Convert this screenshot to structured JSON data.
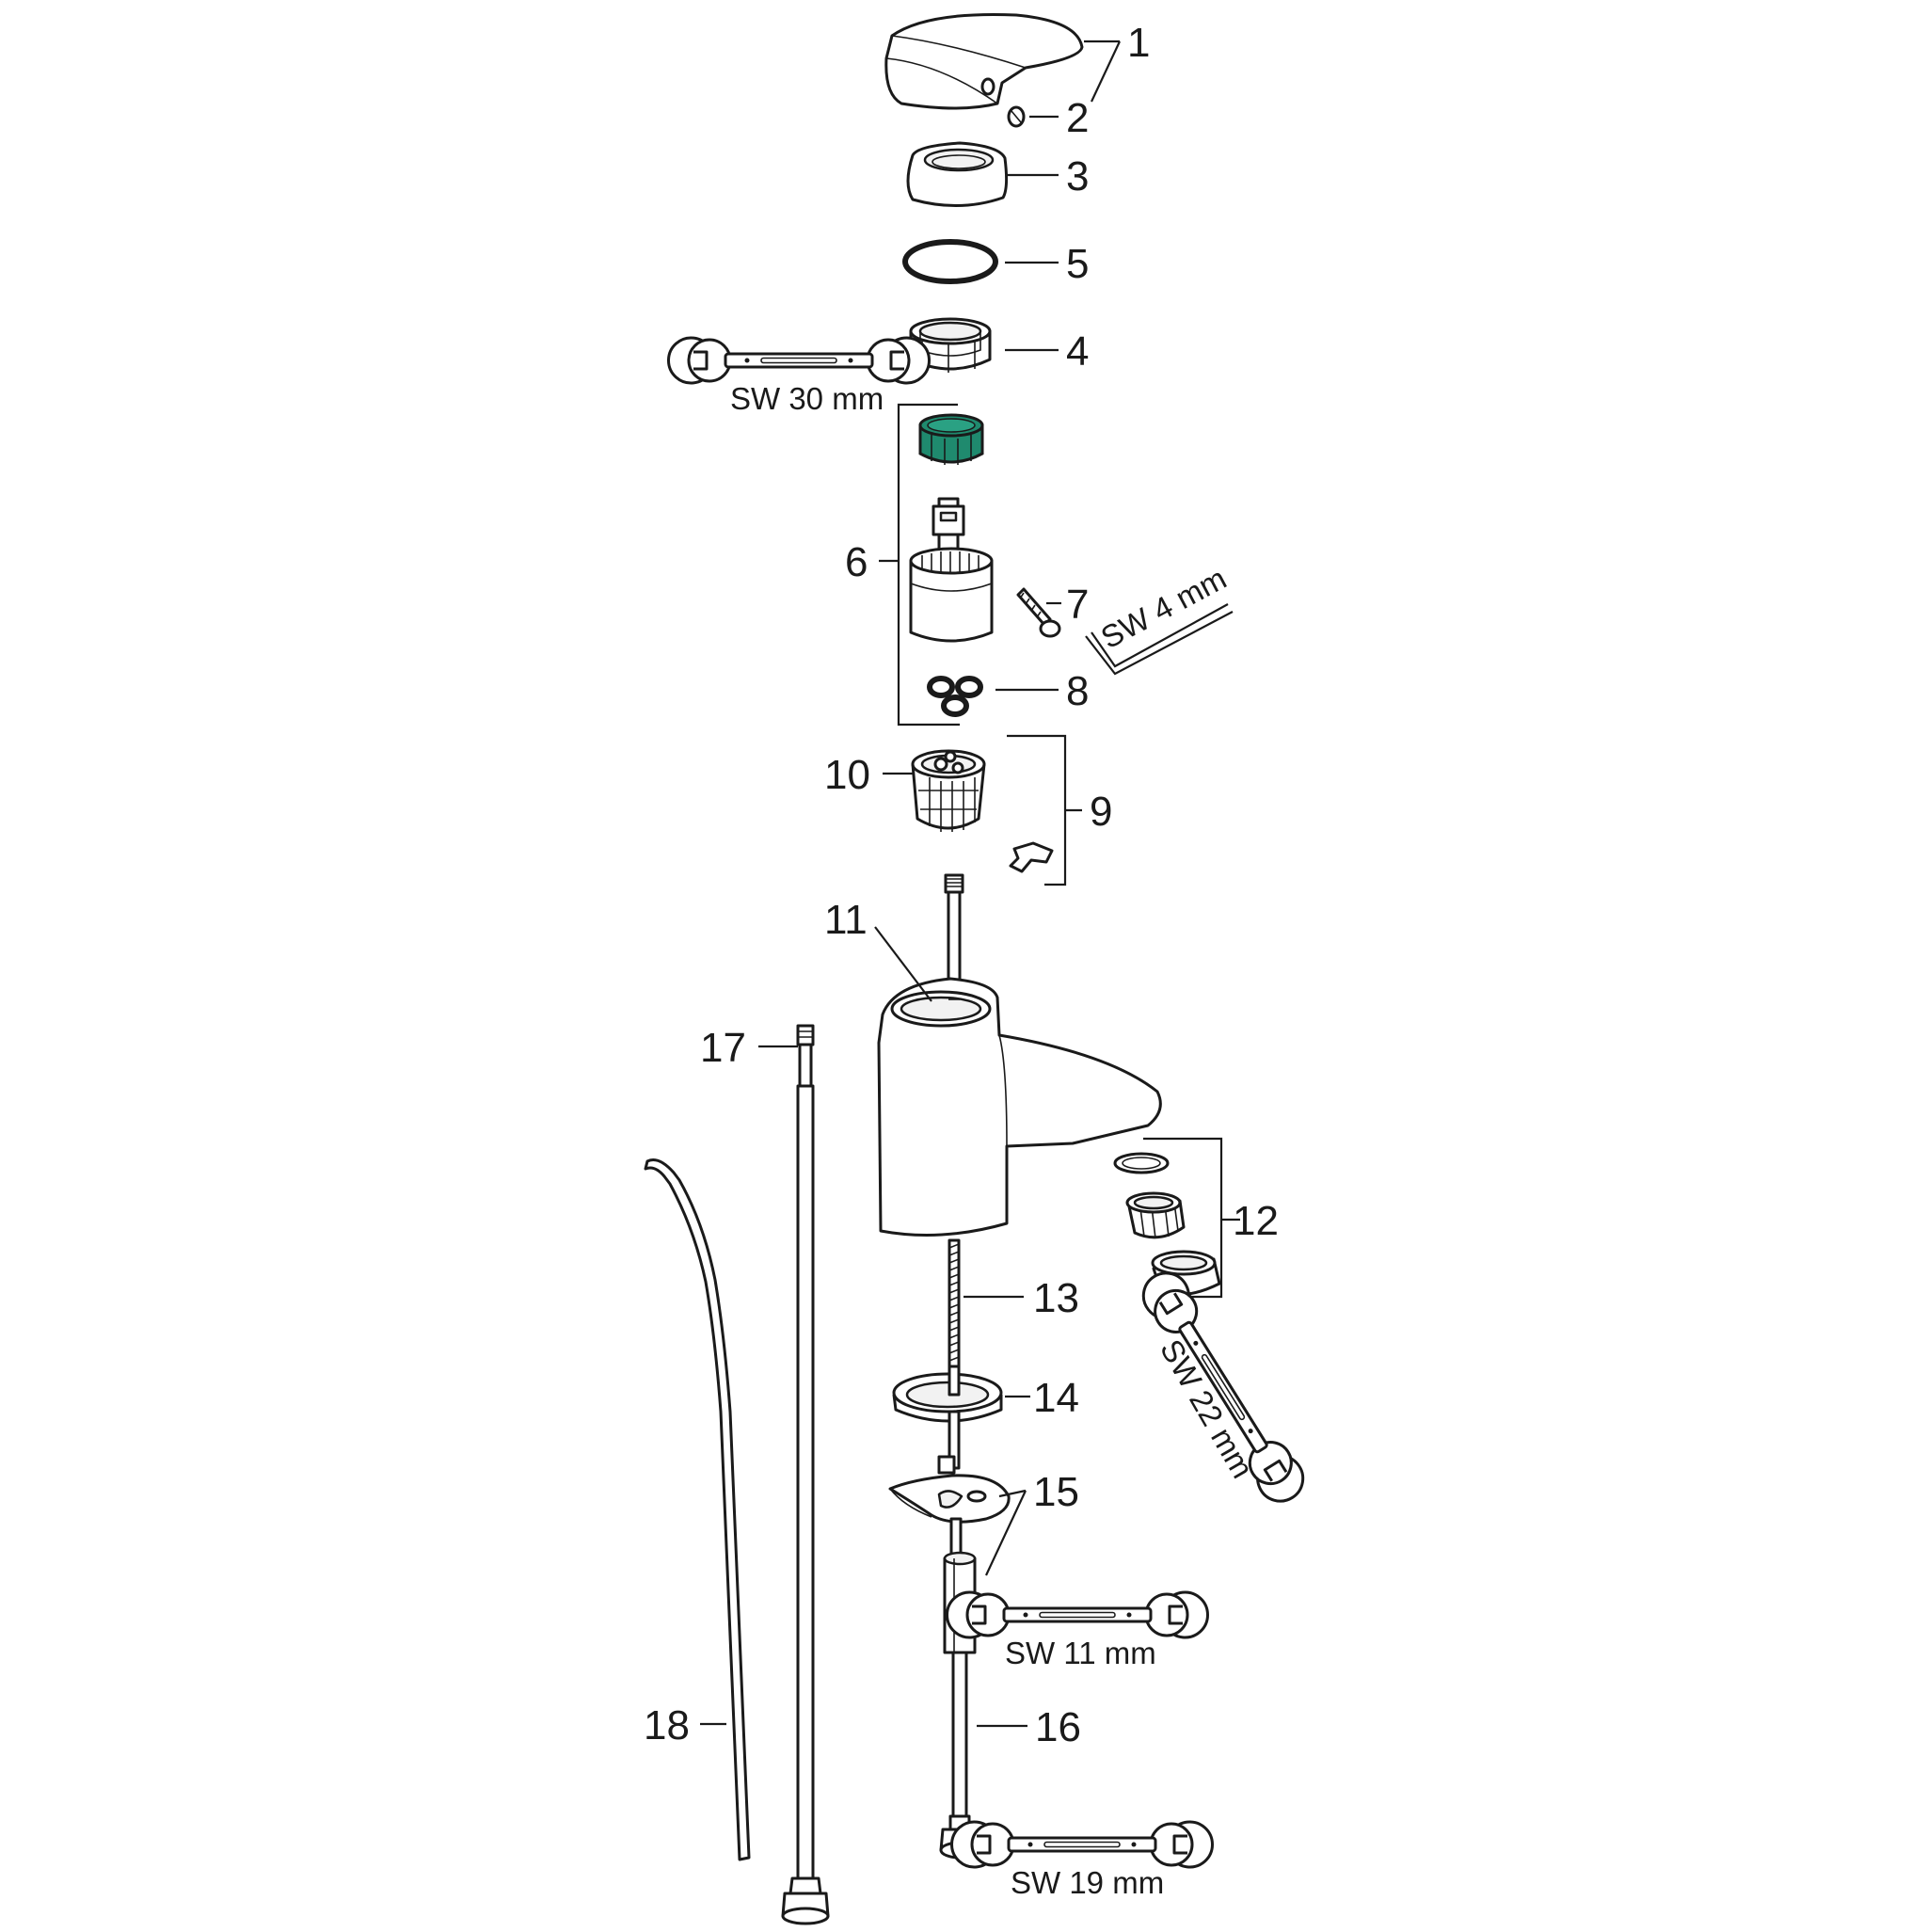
{
  "colors": {
    "line": "#1a1a1a",
    "cartridge_accent": "#1f8a6e",
    "background": "#ffffff"
  },
  "labels": {
    "p1": "1",
    "p2": "2",
    "p3": "3",
    "p5": "5",
    "p4": "4",
    "p6": "6",
    "p7": "7",
    "p8": "8",
    "p10": "10",
    "p9": "9",
    "p11": "11",
    "p17": "17",
    "p12": "12",
    "p13": "13",
    "p14": "14",
    "p15": "15",
    "p18": "18",
    "p16": "16"
  },
  "tools": {
    "sw30": "SW 30 mm",
    "sw4": "SW 4 mm",
    "sw22": "SW 22 mm",
    "sw11": "SW 11 mm",
    "sw19": "SW 19 mm"
  }
}
